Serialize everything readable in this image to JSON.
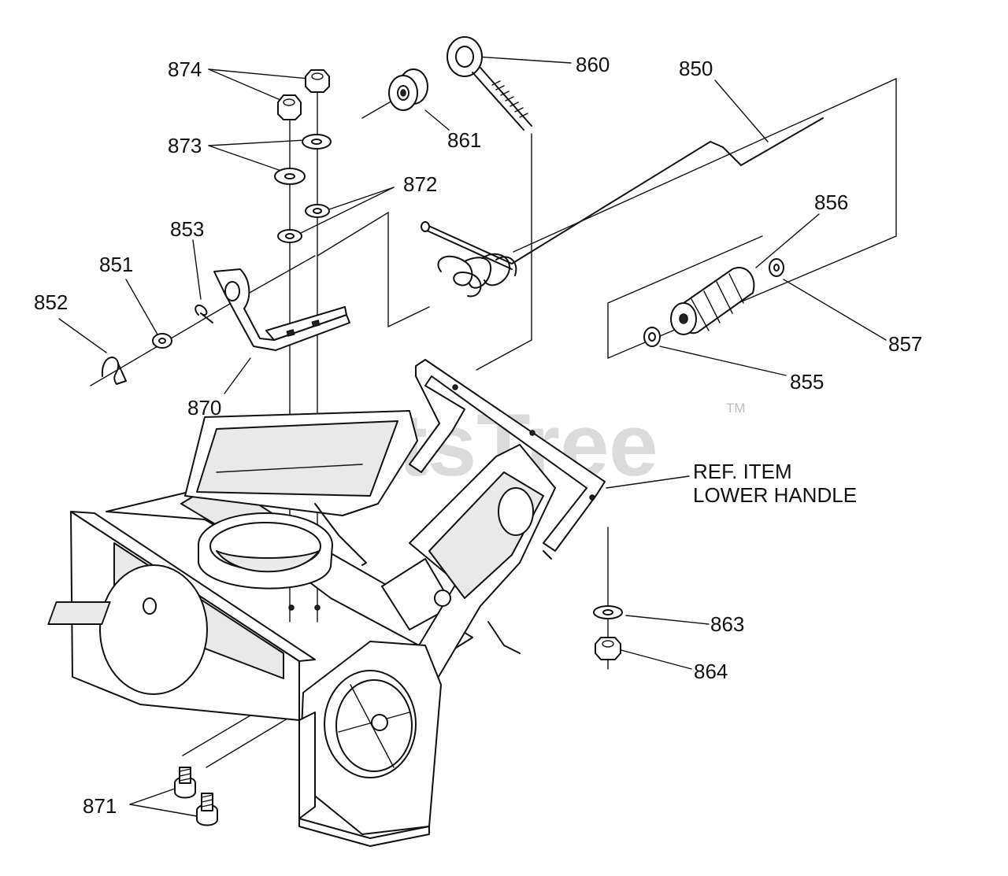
{
  "watermark": {
    "text": "PartsTree",
    "trademark": "TM"
  },
  "labels": {
    "p874": "874",
    "p873": "873",
    "p872": "872",
    "p853": "853",
    "p851": "851",
    "p852": "852",
    "p870": "870",
    "p860": "860",
    "p861": "861",
    "p850": "850",
    "p856": "856",
    "p857": "857",
    "p855": "855",
    "p863": "863",
    "p864": "864",
    "p871": "871"
  },
  "reference_note": {
    "line1": "REF. ITEM",
    "line2": "LOWER HANDLE"
  }
}
